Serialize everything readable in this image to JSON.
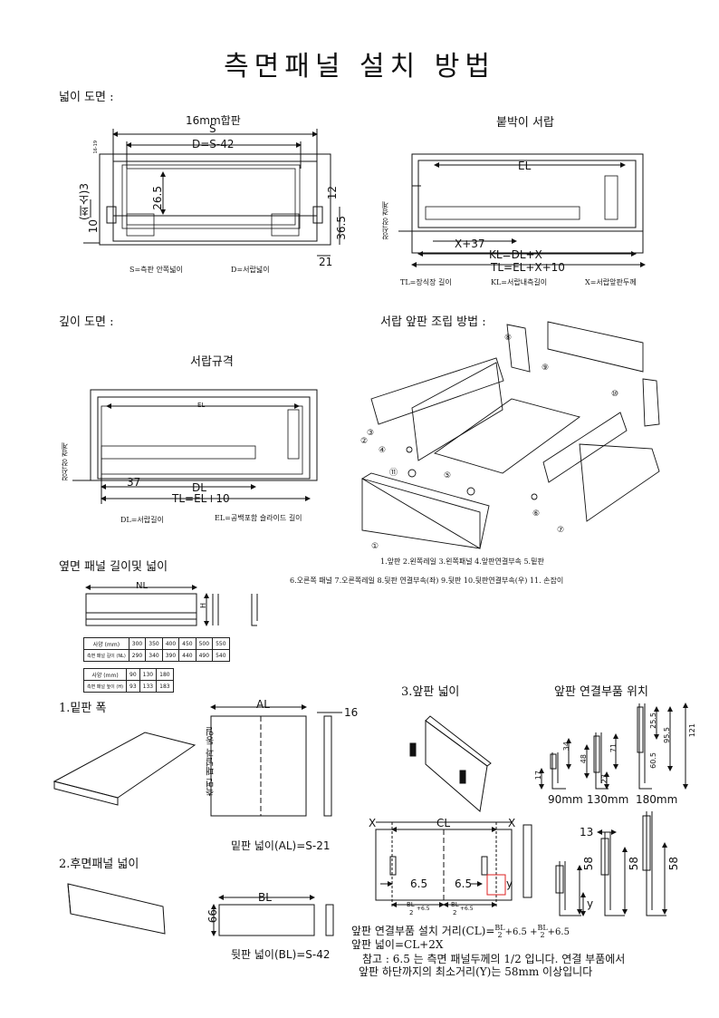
{
  "title": "측면패널 설치 방법",
  "sections": {
    "width_drawing": "넓이 도면 :",
    "depth_drawing": "깊이 도면 :",
    "assembly": "서랍 앞판 조립 방법 :",
    "side_panel": "옆면 패널 길이및 넓이",
    "bottom_width": "1.밑판 폭",
    "back_panel_width": "2.후면패널 넓이",
    "front_width": "3.앞판 넓이",
    "front_connector_pos": "앞판 연결부품 위치"
  },
  "width_diagram": {
    "plywood": "16mm합판",
    "s": "S",
    "d": "D=S-42",
    "min3": "(최소)3",
    "v10": "10",
    "v26_5": "26.5",
    "v12": "12",
    "v36_5": "36.5",
    "v21": "21",
    "legend_s": "S=측판 안쪽넓이",
    "legend_d": "D=서랍넓이",
    "tiny": "16-19"
  },
  "builtin_diagram": {
    "title": "붙박이 서랍",
    "el": "EL",
    "x37": "X+37",
    "kl": "KL=DL+X",
    "tl": "TL=EL+X+10",
    "side_label": "장식장 경계",
    "legend_tl": "TL=장식장 길이",
    "legend_kl": "KL=서랍내측길이",
    "legend_x": "X=서랍앞판두께"
  },
  "depth_diagram": {
    "spec": "서랍규격",
    "el": "EL",
    "dl": "DL",
    "v37": "37",
    "tl": "TL=EL+10",
    "side_label": "장식장 경계",
    "legend_dl": "DL=서랍길이",
    "legend_el": "EL=공백포함 슬라이드 길이"
  },
  "assembly_parts": {
    "numbers": [
      "①",
      "②",
      "③",
      "④",
      "⑤",
      "⑥",
      "⑦",
      "⑧",
      "⑨",
      "⑩",
      "⑪"
    ],
    "legend1": "1.앞판     2.왼쪽레일    3.왼쪽패널 4.앞판연결부속  5.밑판",
    "legend2": "6.오른쪽 패널  7.오른쪽레일  8.뒷판 연결부속(좌)    9.뒷판     10.뒷판연결부속(우)  11. 손잡이"
  },
  "side_panel": {
    "nl": "NL",
    "h": "H",
    "table1": {
      "header": [
        "사양 (mm)",
        "300",
        "350",
        "400",
        "450",
        "500",
        "550"
      ],
      "row_label": "측면 패널 길이 (NL)",
      "values": [
        "290",
        "340",
        "390",
        "440",
        "490",
        "540"
      ]
    },
    "table2": {
      "header": [
        "사양 (mm)",
        "90",
        "130",
        "180"
      ],
      "row_label": "측면 패널 높이 (H)",
      "values": [
        "93",
        "133",
        "183"
      ]
    }
  },
  "bottom_panel": {
    "al": "AL",
    "v16": "16",
    "side_text": "측면 패널과 동일",
    "formula": "밑판 넓이(AL)=S-21"
  },
  "back_panel": {
    "bl": "BL",
    "v66": "66",
    "formula": "뒷판 넓이(BL)=S-42"
  },
  "front_panel": {
    "x": "X",
    "cl": "CL",
    "v6_5a": "6.5",
    "v6_5b": "6.5",
    "y": "y",
    "half_bl_1": "BL",
    "half_bl_2": "BL",
    "two": "2",
    "plus": "+6.5",
    "formula1": "앞판 연결부품 설치 거리(CL)=",
    "formula1_tail": "+6.5 +",
    "formula1_end": "+6.5",
    "formula2": "앞판 넓이=CL+2X",
    "note1": "참고 : 6.5 는 측면 패널두께의 1/2 입니다. 연결 부품에서",
    "note2": "앞판 하단까지의 최소거리(Y)는 58mm 이상입니다"
  },
  "connector_pos": {
    "v17": "17",
    "v34": "34",
    "v48": "48",
    "v71": "71",
    "v23": "23",
    "v25_5": "25.5",
    "v60_5": "60.5",
    "v95_5": "95.5",
    "v121": "121",
    "h90": "90mm",
    "h130": "130mm",
    "h180": "180mm",
    "v13": "13",
    "v58a": "58",
    "v58b": "58",
    "v58c": "58",
    "y": "y"
  }
}
